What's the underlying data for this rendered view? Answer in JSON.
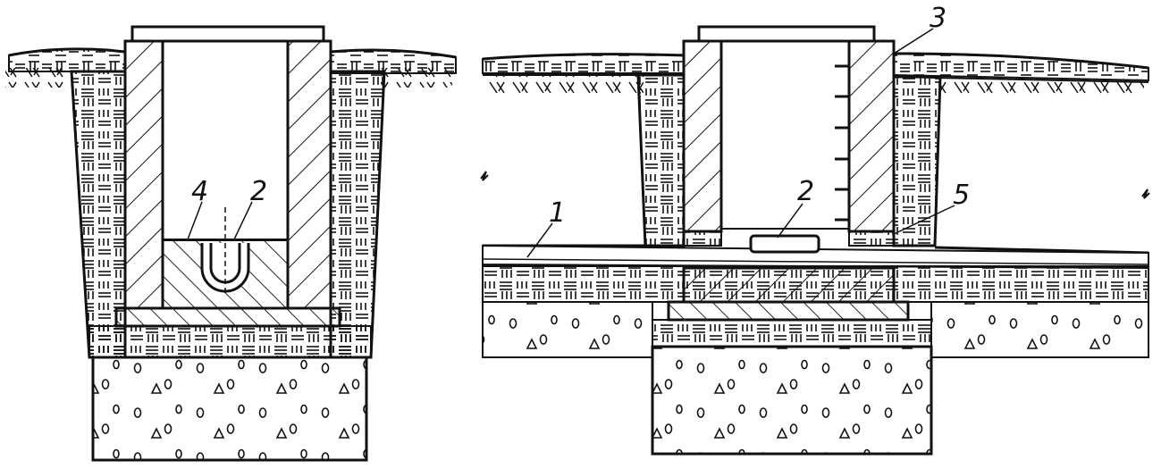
{
  "callouts": {
    "left_4": "4",
    "left_2": "2",
    "right_1": "1",
    "right_2": "2",
    "right_3": "3",
    "right_5": "5"
  },
  "colors": {
    "ink": "#111111",
    "paper": "#ffffff"
  }
}
